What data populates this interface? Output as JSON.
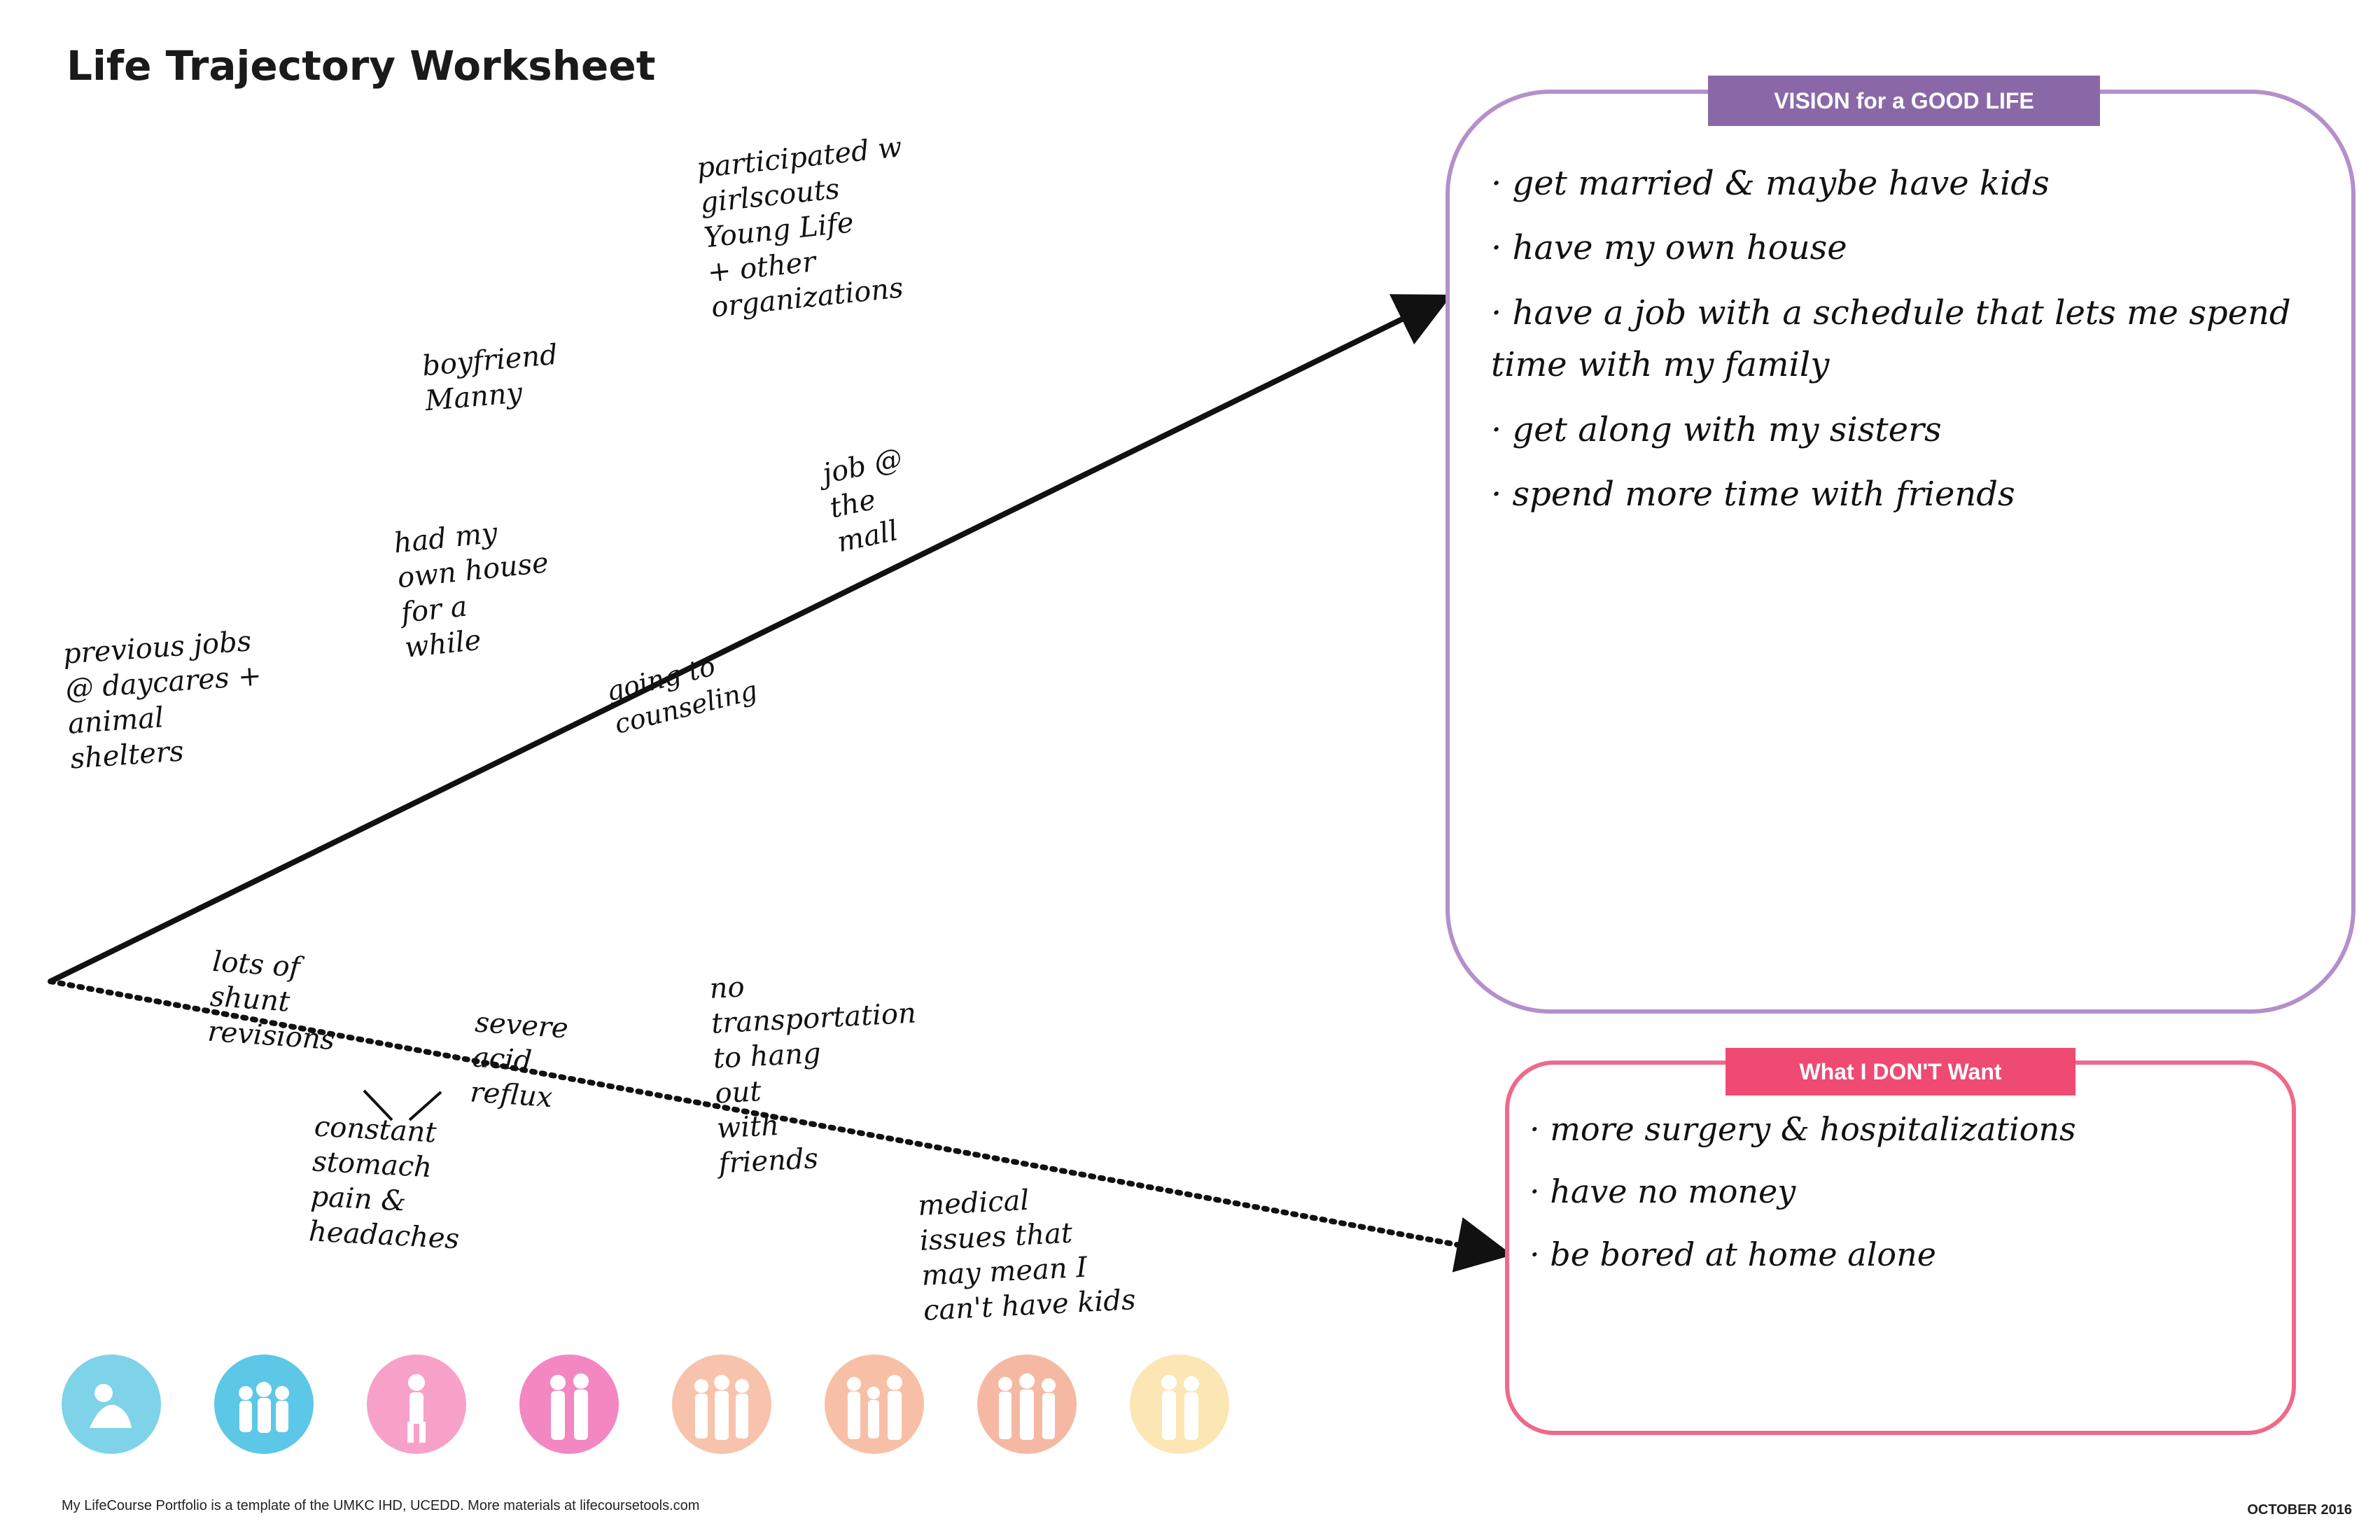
{
  "title": "Life Trajectory Worksheet",
  "vision": {
    "header": "VISION for a GOOD LIFE",
    "items": [
      "· get married & maybe have kids",
      "· have my own house",
      "· have a job with a schedule that lets me spend time with my family",
      "· get along with my sisters",
      "· spend more time with friends"
    ]
  },
  "dont_want": {
    "header": "What I DON'T Want",
    "items": [
      "· more surgery & hospitalizations",
      "· have no money",
      "· be bored at home alone"
    ]
  },
  "positive_notes": {
    "organizations": "participated w\ngirlscouts\nYoung Life\n+ other\norganizations",
    "boyfriend": "boyfriend\nManny",
    "job_mall": "job @\nthe\nmall",
    "own_house": "had my\nown house\nfor a\nwhile",
    "previous_jobs": "previous jobs\n@ daycares +\nanimal\nshelters",
    "counseling": "going to\ncounseling"
  },
  "negative_notes": {
    "shunt": "lots of\nshunt\nrevisions",
    "acid_reflux": "severe\nacid\nreflux",
    "stomach_pain": "constant\nstomach\npain &\nheadaches",
    "transportation": "no\ntransportation\nto hang\nout\nwith\nfriends",
    "medical_issues": "medical\nissues that\nmay mean I\ncan't have kids"
  },
  "life_stages": [
    {
      "icon": "baby-icon",
      "color": "#7fd3e8"
    },
    {
      "icon": "children-group-icon",
      "color": "#5cc7e6"
    },
    {
      "icon": "child-walking-icon",
      "color": "#f7a1c9"
    },
    {
      "icon": "teen-pair-icon",
      "color": "#f287c2"
    },
    {
      "icon": "young-adult-group-icon",
      "color": "#f7c3ac"
    },
    {
      "icon": "family-group-icon",
      "color": "#f7c0a6"
    },
    {
      "icon": "adult-family-icon",
      "color": "#f5b9a3"
    },
    {
      "icon": "elder-couple-icon",
      "color": "#fbe6b4"
    }
  ],
  "footer": {
    "left": "My LifeCourse Portfolio is a template of the UMKC IHD, UCEDD. More materials at lifecoursetools.com",
    "right": "OCTOBER 2016"
  }
}
